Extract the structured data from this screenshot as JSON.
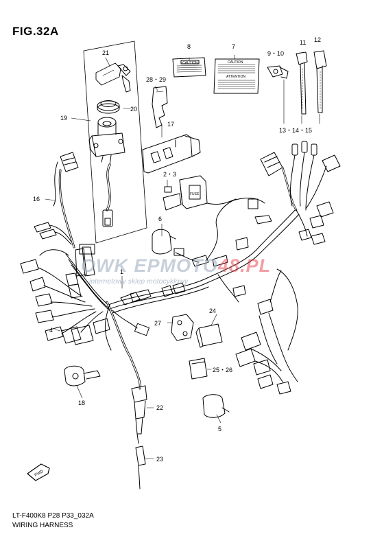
{
  "figure": {
    "title": "FIG.32A",
    "model_code": "LT-F400K8 P28 P33_032A",
    "caption": "WIRING HARNESS"
  },
  "watermark": {
    "main_left": "EPMOTO",
    "main_right": "48.PL",
    "prefix": "OWK",
    "sub": "internetowy sklep motocyklowy"
  },
  "callouts": {
    "p1": "1",
    "p2_3": "2・3",
    "p4": "4",
    "p5": "5",
    "p6": "6",
    "p7": "7",
    "p8": "8",
    "p9_10": "9・10",
    "p11": "11",
    "p12": "12",
    "p13_15": "13・14・15",
    "p16": "16",
    "p17": "17",
    "p18": "18",
    "p19": "19",
    "p20": "20",
    "p21": "21",
    "p22": "22",
    "p23": "23",
    "p24": "24",
    "p25_26": "25・26",
    "p27": "27",
    "p28_29": "28・29"
  },
  "labels": {
    "caution_a": "CAUTION",
    "caution_b": "CAUTION",
    "attention": "ATTENTION",
    "fuse": "FUSE",
    "fwd": "FWD"
  }
}
